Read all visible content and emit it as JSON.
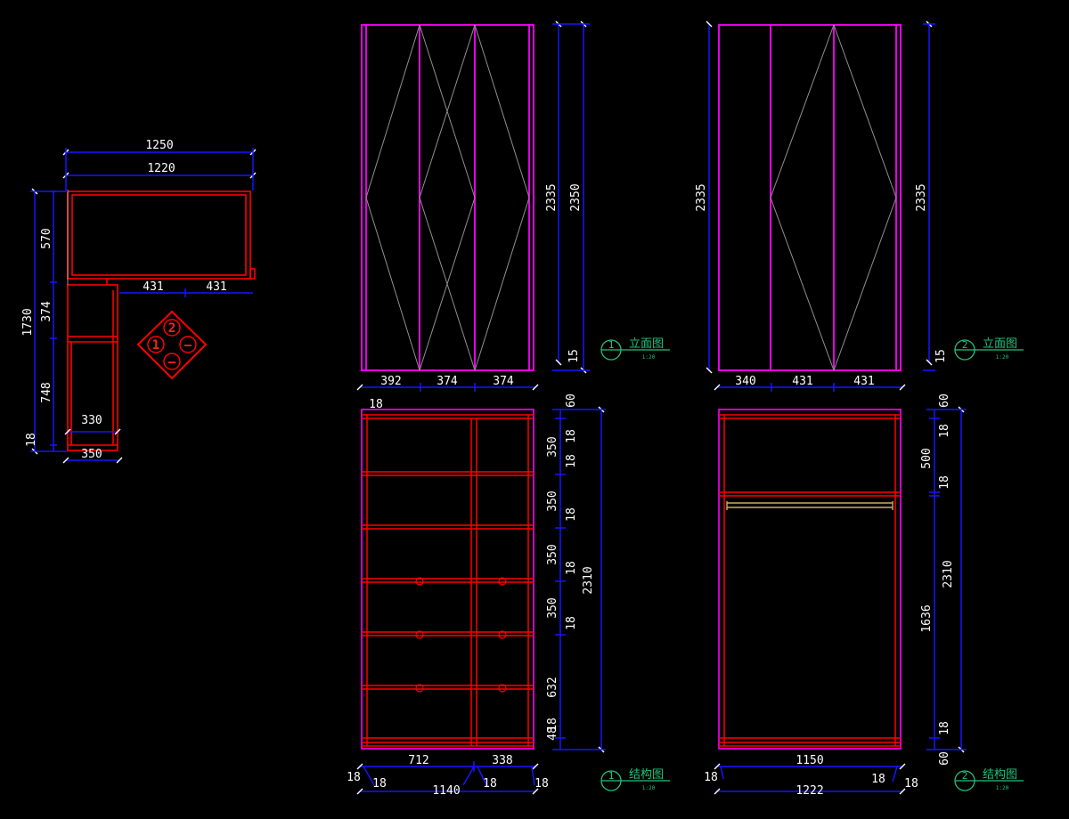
{
  "drawing": {
    "views": {
      "elevation_1": {
        "number": "1",
        "title": "立面图",
        "scale": "1:20"
      },
      "elevation_2": {
        "number": "2",
        "title": "立面图",
        "scale": "1:20"
      },
      "structure_1": {
        "number": "1",
        "title": "结构图",
        "scale": "1:20"
      },
      "structure_2": {
        "number": "2",
        "title": "结构图",
        "scale": "1:20"
      }
    },
    "plan": {
      "key": {
        "n1": "1",
        "n2": "2",
        "b1": "—",
        "b2": "—"
      },
      "dims": {
        "w1250": "1250",
        "w1220": "1220",
        "h570": "570",
        "h1730": "1730",
        "h374": "374",
        "h748": "748",
        "h18": "18",
        "w330": "330",
        "w350": "350",
        "w431a": "431",
        "w431b": "431"
      }
    },
    "elev1": {
      "dims": {
        "h2335": "2335",
        "h2350": "2350",
        "h15": "15",
        "w392": "392",
        "w374a": "374",
        "w374b": "374"
      }
    },
    "elev2": {
      "dims": {
        "h2335l": "2335",
        "h2335r": "2335",
        "h15": "15",
        "w340": "340",
        "w431a": "431",
        "w431b": "431"
      }
    },
    "struct1": {
      "dims": {
        "t18": "18",
        "h60": "60",
        "h18a": "18",
        "h350a": "350",
        "h18b": "18",
        "h350b": "350",
        "h18c": "18",
        "h350c": "350",
        "h18d": "18",
        "h350d": "350",
        "h18e": "18",
        "h632": "632",
        "h18f": "18",
        "h48": "48",
        "h2310": "2310",
        "w712": "712",
        "w338": "338",
        "w1140": "1140",
        "b18a": "18",
        "b18b": "18",
        "b18c": "18",
        "b18d": "18"
      }
    },
    "struct2": {
      "dims": {
        "h60t": "60",
        "h18a": "18",
        "h500": "500",
        "h18b": "18",
        "h1636": "1636",
        "h2310": "2310",
        "h18c": "18",
        "h60b": "60",
        "w1150": "1150",
        "w1222": "1222",
        "b18a": "18",
        "b18b": "18",
        "b18c": "18"
      }
    }
  },
  "colors": {
    "frame": "#ff00ff",
    "structure": "#ff0000",
    "dimension": "#1515ff",
    "text": "#ffffff",
    "label": "#22c27a",
    "rail": "#c8b05a",
    "diamond": "#909090"
  }
}
